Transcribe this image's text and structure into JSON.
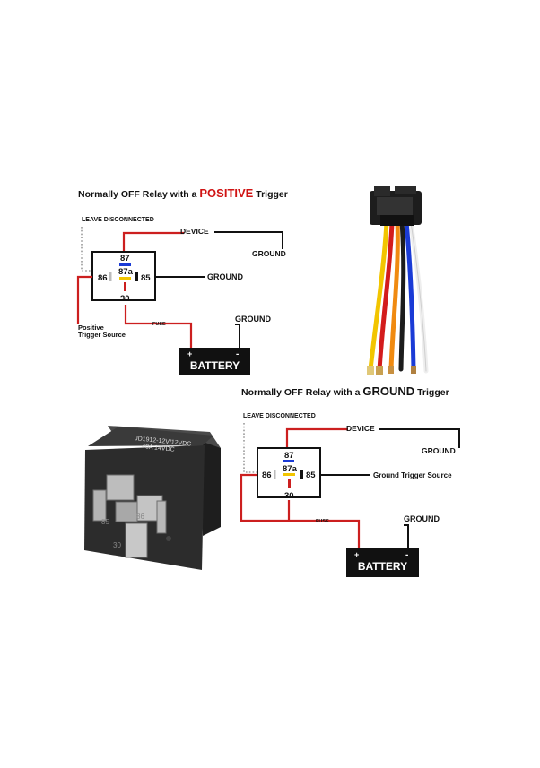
{
  "diagram_top": {
    "title_prefix": "Normally OFF Relay with a ",
    "title_emphasis": "POSITIVE",
    "title_suffix": " Trigger",
    "leave_disconnected": "LEAVE DISCONNECTED",
    "device": "DEVICE",
    "ground_device": "GROUND",
    "ground_85": "GROUND",
    "ground_battery": "GROUND",
    "pin_87": "87",
    "pin_87a": "87a",
    "pin_86": "86",
    "pin_85": "85",
    "pin_30": "30",
    "fuse": "FUSE",
    "trigger_line1": "Positive",
    "trigger_line2": "Trigger Source",
    "battery": "BATTERY",
    "plus": "+",
    "minus": "-"
  },
  "diagram_bottom": {
    "title_prefix": "Normally OFF Relay with a ",
    "title_emphasis": "GROUND",
    "title_suffix": " Trigger",
    "leave_disconnected": "LEAVE DISCONNECTED",
    "device": "DEVICE",
    "ground_device": "GROUND",
    "ground_trigger": "Ground Trigger Source",
    "ground_battery": "GROUND",
    "pin_87": "87",
    "pin_87a": "87a",
    "pin_86": "86",
    "pin_85": "85",
    "pin_30": "30",
    "fuse": "FUSE",
    "battery": "BATTERY",
    "plus": "+",
    "minus": "-"
  },
  "relay_photo": {
    "label_line1": "JD1912-12V/12VDC",
    "label_line2": "40A 14VDC",
    "pin_85": "85",
    "pin_30": "30",
    "pin_86": "86"
  },
  "colors": {
    "red_wire": "#cc1f1f",
    "title_red": "#d01414",
    "blue_marker": "#1a3bd6",
    "yellow_marker": "#f2c500",
    "dotted_gray": "#9a9a9a"
  },
  "socket_wires": [
    "yellow",
    "red",
    "orange",
    "black",
    "blue",
    "white"
  ]
}
